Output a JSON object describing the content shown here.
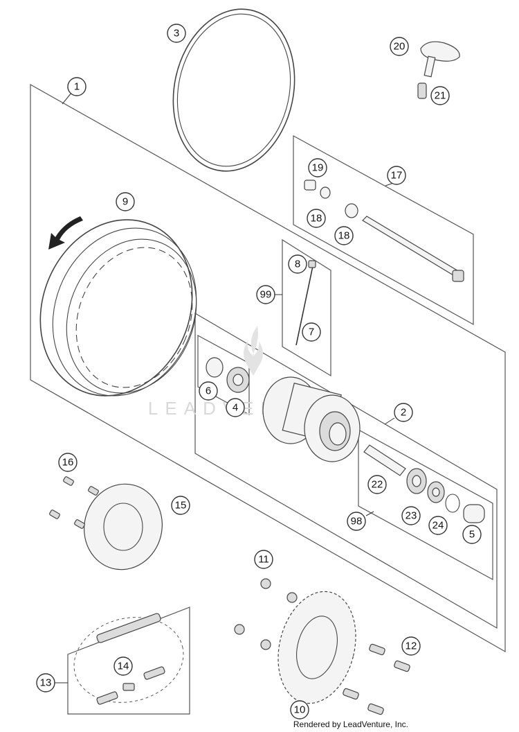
{
  "watermark": "LEADVENTURE",
  "footer": "Rendered by LeadVenture, Inc.",
  "callouts": [
    "1",
    "2",
    "3",
    "4",
    "5",
    "6",
    "7",
    "8",
    "9",
    "10",
    "11",
    "12",
    "13",
    "14",
    "15",
    "16",
    "17",
    "18",
    "18",
    "19",
    "20",
    "21",
    "22",
    "23",
    "24",
    "98",
    "99"
  ]
}
